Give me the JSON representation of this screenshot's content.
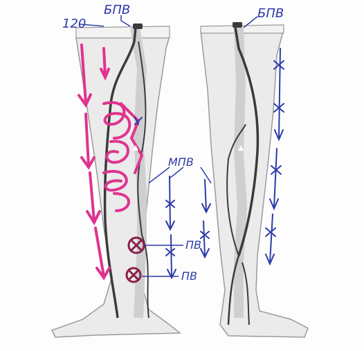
{
  "figure": {
    "labels": {
      "gsv_left": "БПВ",
      "gsv_right": "БПВ",
      "number_120": "120",
      "ssv": "МПВ",
      "perforator_upper": "ПВ",
      "perforator_lower": "ПВ"
    },
    "colors": {
      "paper": "#fdfdfd",
      "leg_outline": "#9a9a9a",
      "leg_fill": "#ebebeb",
      "vein_dark": "#3a3a3a",
      "vein_light": "#cfcfcf",
      "pen_blue": "#2b3aa8",
      "pen_magenta": "#e0338f",
      "pen_maroon": "#8a1f4a"
    }
  }
}
